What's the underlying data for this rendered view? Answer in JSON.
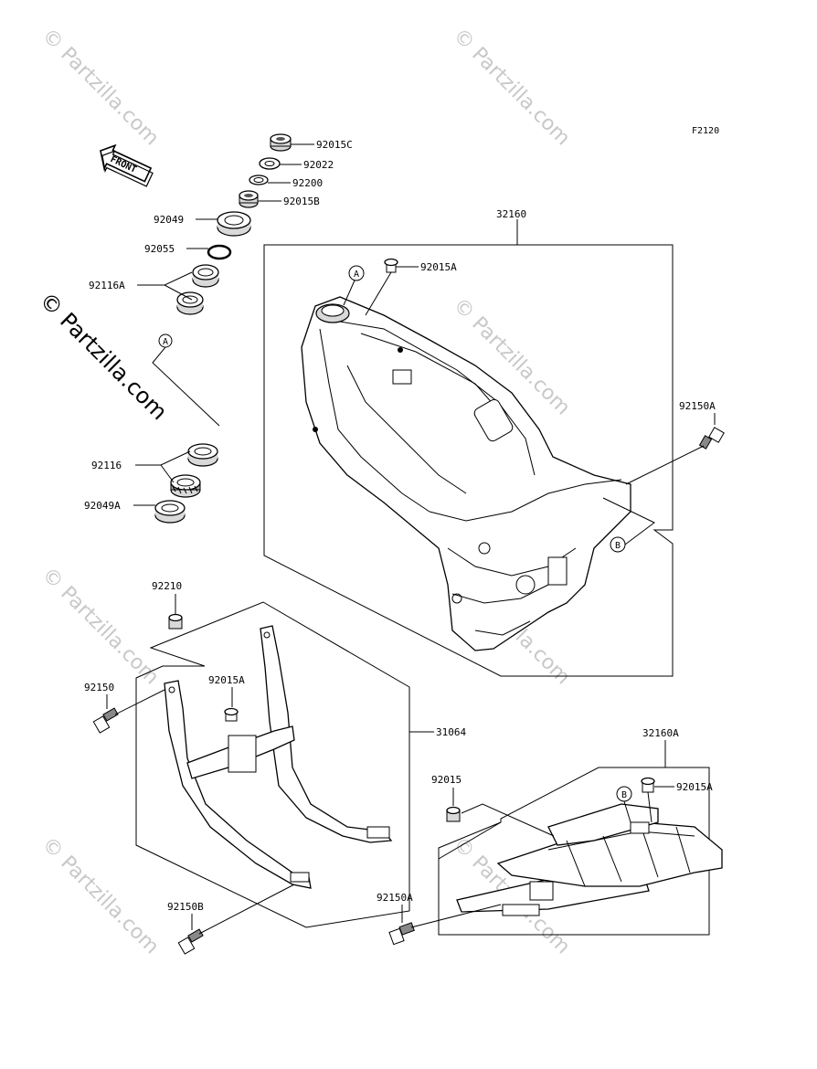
{
  "figure_code": "F2120",
  "front_arrow_label": "FRONT",
  "watermark_text": "© Partzilla.com",
  "callouts": [
    "A",
    "B"
  ],
  "labels": {
    "p92015C": "92015C",
    "p92022": "92022",
    "p92200": "92200",
    "p92015B": "92015B",
    "p92049": "92049",
    "p92055": "92055",
    "p92116A": "92116A",
    "p92116": "92116",
    "p92049A": "92049A",
    "p32160": "32160",
    "p92015A_top": "92015A",
    "p92150A_right": "92150A",
    "p92210": "92210",
    "p92150": "92150",
    "p92015A_mid": "92015A",
    "p31064": "31064",
    "p92150B": "92150B",
    "p32160A": "32160A",
    "p92015": "92015",
    "p92015A_bottom": "92015A",
    "p92150A_bottom": "92150A"
  }
}
